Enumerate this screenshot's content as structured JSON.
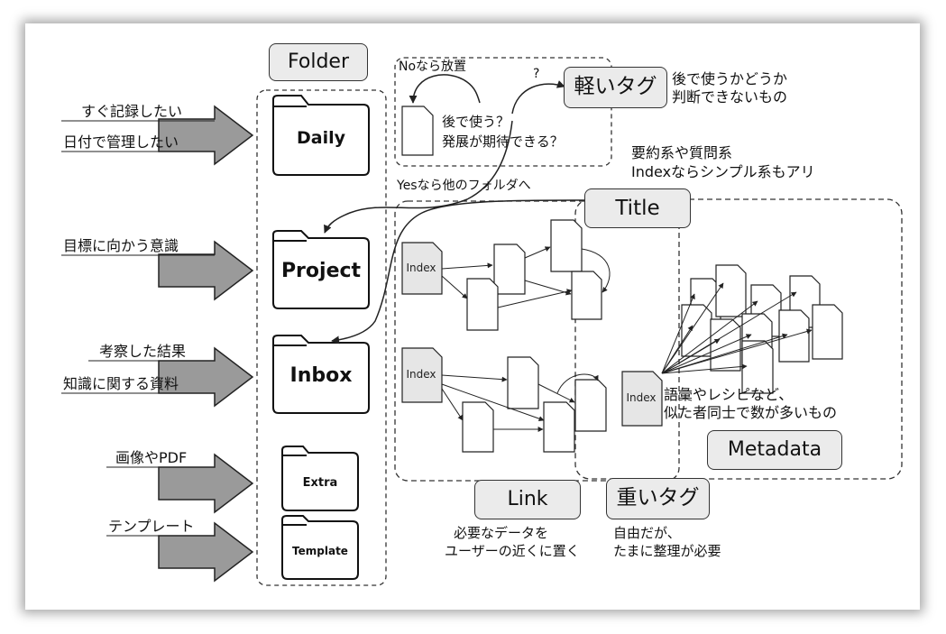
{
  "folder_title": "Folder",
  "folders": [
    "Daily",
    "Project",
    "Inbox",
    "Extra",
    "Template"
  ],
  "inputs": {
    "daily_1": "すぐ記録したい",
    "daily_2": "日付で管理したい",
    "project": "目標に向かう意識",
    "inbox_1": "考察した結果",
    "inbox_2": "知識に関する資料",
    "extra": "画像やPDF",
    "template": "テンプレート"
  },
  "decision": {
    "no_label": "Noなら放置",
    "question_mark": "?",
    "question_1": "後で使う？",
    "question_2": "発展が期待できる？",
    "yes_label": "Yesなら他のフォルダへ"
  },
  "light_tag": {
    "label": "軽いタグ",
    "desc_1": "後で使うかどうか",
    "desc_2": "判断できないもの"
  },
  "title_box": {
    "label": "Title",
    "desc_1": "要約系や質問系",
    "desc_2": "Indexならシンプル系もアリ"
  },
  "index_label": "Index",
  "metadata": {
    "label": "Metadata",
    "desc_1": "語彙やレシピなど、",
    "desc_2": "似た者同士で数が多いもの"
  },
  "link": {
    "label": "Link",
    "desc_1": "必要なデータを",
    "desc_2": "ユーザーの近くに置く"
  },
  "heavy_tag": {
    "label": "重いタグ",
    "desc_1": "自由だが、",
    "desc_2": "たまに整理が必要"
  },
  "colors": {
    "pill_fill": "#ebebeb",
    "arrow_fill": "#9a9a9a",
    "index_fill": "#e6e6e6",
    "line": "#222222"
  }
}
